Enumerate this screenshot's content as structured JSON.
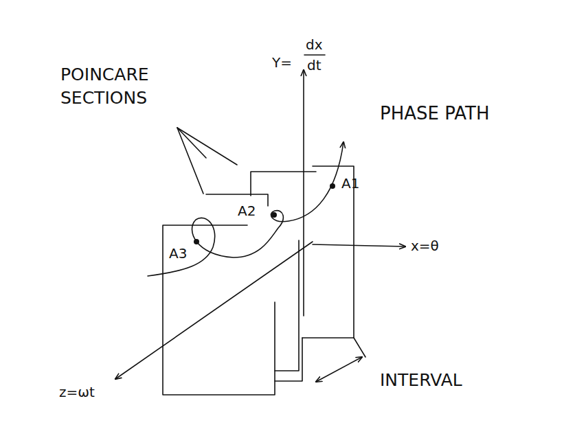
{
  "diagram": {
    "labels": [
      "POINCARE SECTIONS",
      "PHASE PATH",
      "Y=",
      "dx",
      "dt",
      "x=θ",
      "z=ωt",
      "A1",
      "A2",
      "A3",
      "INTERVAL"
    ]
  }
}
